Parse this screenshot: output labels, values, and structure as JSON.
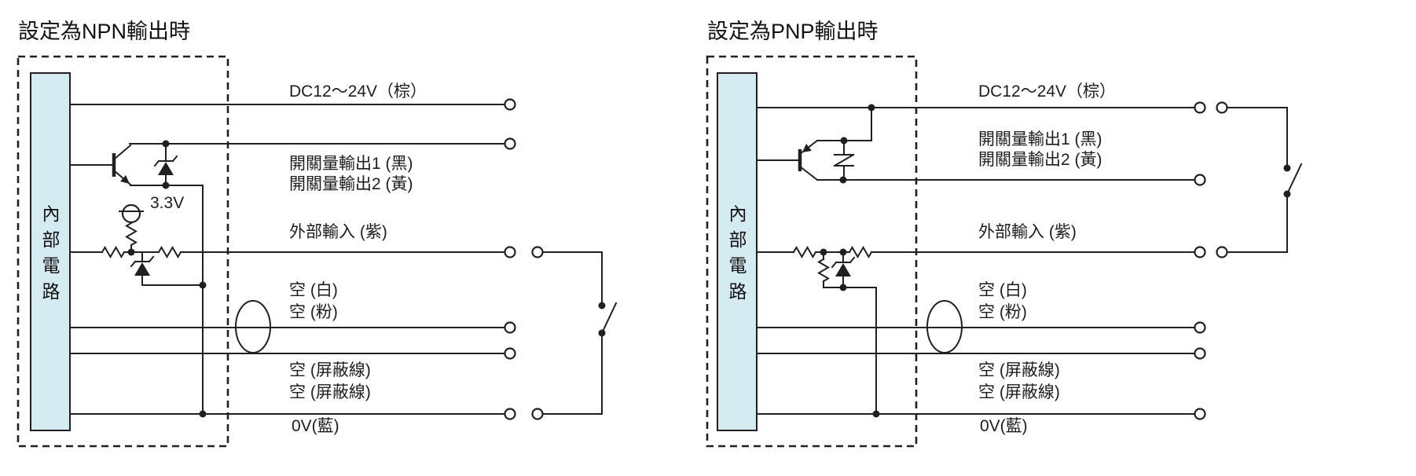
{
  "page": {
    "background": "#ffffff",
    "line_color": "#231f20",
    "internal_box_fill": "#d5ebf2"
  },
  "diagrams": {
    "npn": {
      "title": "設定為NPN輸出時",
      "internal_circuit_label": "內部電路",
      "voltage_label": "3.3V",
      "wire_labels": {
        "power": "DC12～24V（棕）",
        "output1": "開關量輸出1 (黑)",
        "output2": "開關量輸出2 (黃)",
        "external_input": "外部輸入 (紫)",
        "spare_white": "空 (白)",
        "spare_pink": "空 (粉)",
        "spare_shield_1": "空 (屏蔽線)",
        "spare_shield_2": "空 (屏蔽線)",
        "zero_volt": "0V(藍)"
      }
    },
    "pnp": {
      "title": "設定為PNP輸出時",
      "internal_circuit_label": "內部電路",
      "wire_labels": {
        "power": "DC12～24V（棕）",
        "output1": "開關量輸出1 (黑)",
        "output2": "開關量輸出2 (黃)",
        "external_input": "外部輸入 (紫)",
        "spare_white": "空 (白)",
        "spare_pink": "空 (粉)",
        "spare_shield_1": "空 (屏蔽線)",
        "spare_shield_2": "空 (屏蔽線)",
        "zero_volt": "0V(藍)"
      }
    }
  }
}
